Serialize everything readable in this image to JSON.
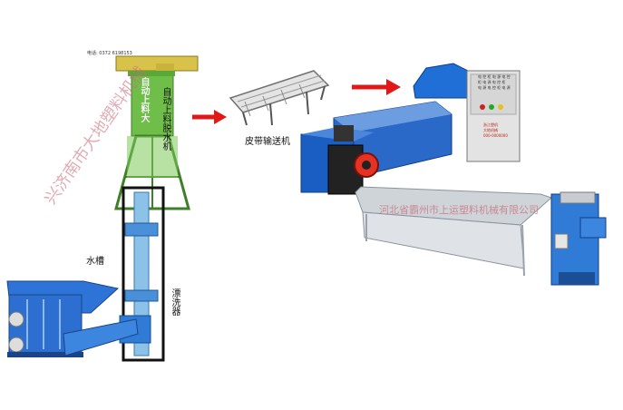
{
  "labels": {
    "tiny_top": "电话: 0372 6198153",
    "dryer_left": "自动上料大",
    "dryer_right": "自动上料脱水机",
    "belt": "皮带输送机",
    "tank": "水槽",
    "rinser": "漂洗器"
  },
  "watermarks": {
    "left": "兴济南市大地塑料机械",
    "right": "河北省霸州市上运塑料机械有限公司"
  },
  "control_panel": {
    "lines": "电 控 柜 电 源 电 控\n柜 电 源 电 控 柜\n电 源 电 控 柜 电 源",
    "brand": "浙江塑机\n大地机械\n000-0000000"
  },
  "colors": {
    "machine_blue": "#1f6fd6",
    "dryer_green": "#6fbe4a",
    "feeder_yellow": "#d8c24a",
    "arrow_red": "#e01818",
    "rail_gray": "#9aa3ad"
  }
}
